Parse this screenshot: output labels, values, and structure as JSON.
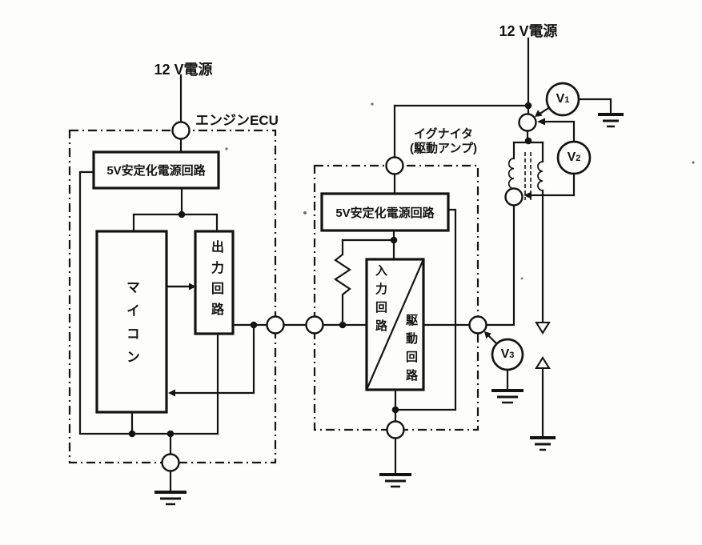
{
  "figure": "ignition-system-voltage-check-circuit-diagram",
  "colors": {
    "ink": "#141414",
    "paper": "#fdfdfc"
  },
  "labels": {
    "power_supply_left": "12 V電源",
    "power_supply_right": "12 V電源",
    "engine_ecu": "エンジンECU",
    "igniter_line1": "イグナイタ",
    "igniter_line2": "(駆動アンプ)",
    "regulator_ecu": "5V安定化電源回路",
    "regulator_igniter": "5V安定化電源回路",
    "microcomputer": "マイコン",
    "output_circuit": "出力回路",
    "input_circuit": "入力回路",
    "drive_circuit": "駆動回路"
  },
  "meters": {
    "v1": {
      "base": "V",
      "sub": "1"
    },
    "v2": {
      "base": "V",
      "sub": "2"
    },
    "v3": {
      "base": "V",
      "sub": "3"
    }
  }
}
